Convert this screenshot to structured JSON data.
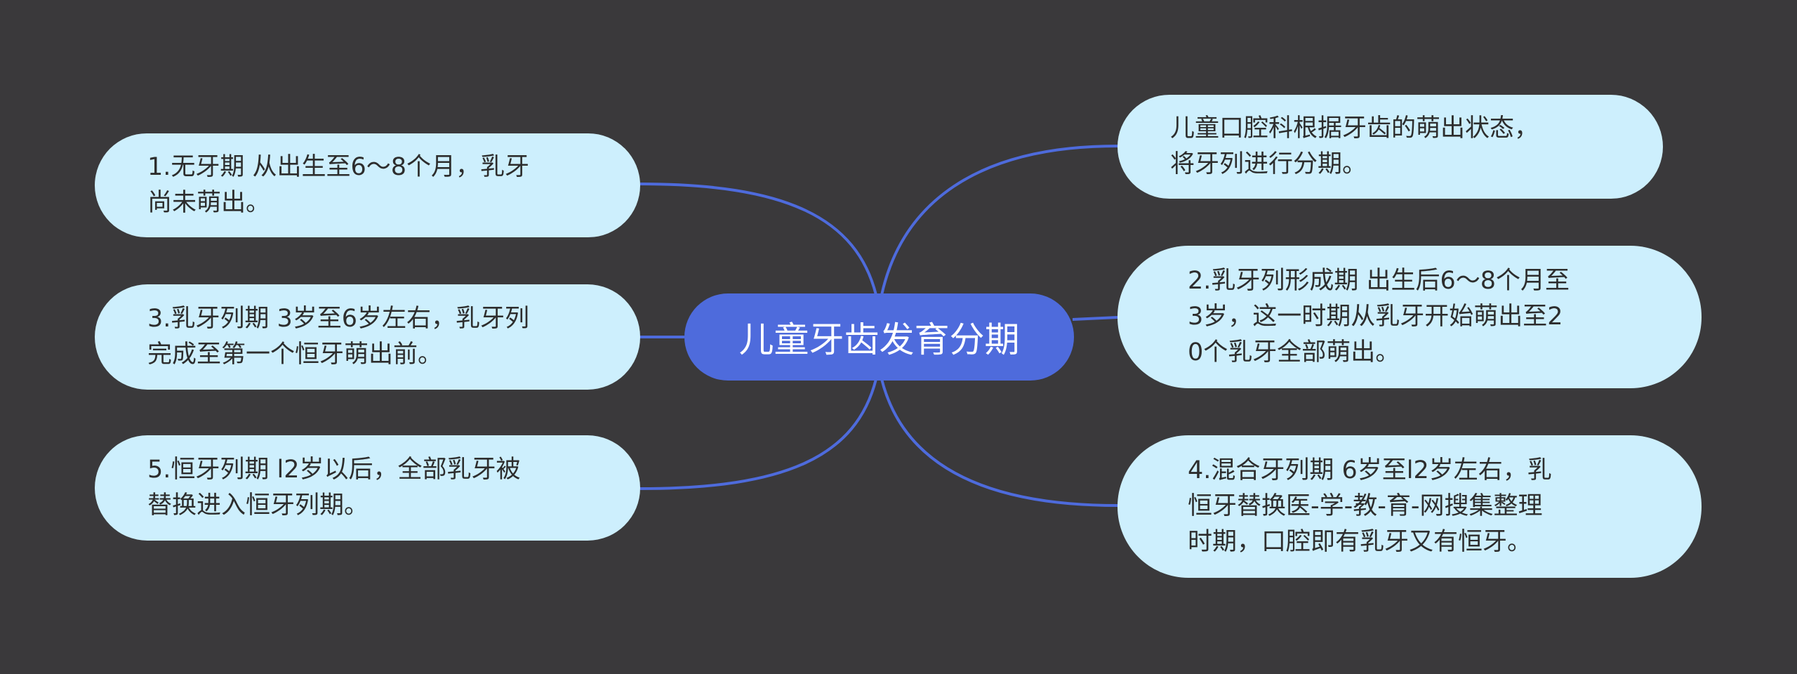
{
  "colors": {
    "background": "#3a393b",
    "root_fill": "#4e6bdc",
    "node_fill": "#cdeffd",
    "link": "#4e6bdc",
    "node_text": "#2d2d2d",
    "root_text": "#ffffff"
  },
  "root": {
    "text": "儿童牙齿发育分期"
  },
  "left_nodes": [
    {
      "text": "1.无牙期 从出生至6～8个月，乳牙\n尚未萌出。"
    },
    {
      "text": "3.乳牙列期 3岁至6岁左右，乳牙列\n完成至第一个恒牙萌出前。"
    },
    {
      "text": "5.恒牙列期 l2岁以后，全部乳牙被\n替换进入恒牙列期。"
    }
  ],
  "right_nodes": [
    {
      "text": "儿童口腔科根据牙齿的萌出状态，\n将牙列进行分期。"
    },
    {
      "text": "2.乳牙列形成期 出生后6～8个月至\n3岁，这一时期从乳牙开始萌出至2\n0个乳牙全部萌出。"
    },
    {
      "text": "4.混合牙列期 6岁至l2岁左右，乳\n恒牙替换医-学-教-育-网搜集整理\n时期，口腔即有乳牙又有恒牙。"
    }
  ]
}
